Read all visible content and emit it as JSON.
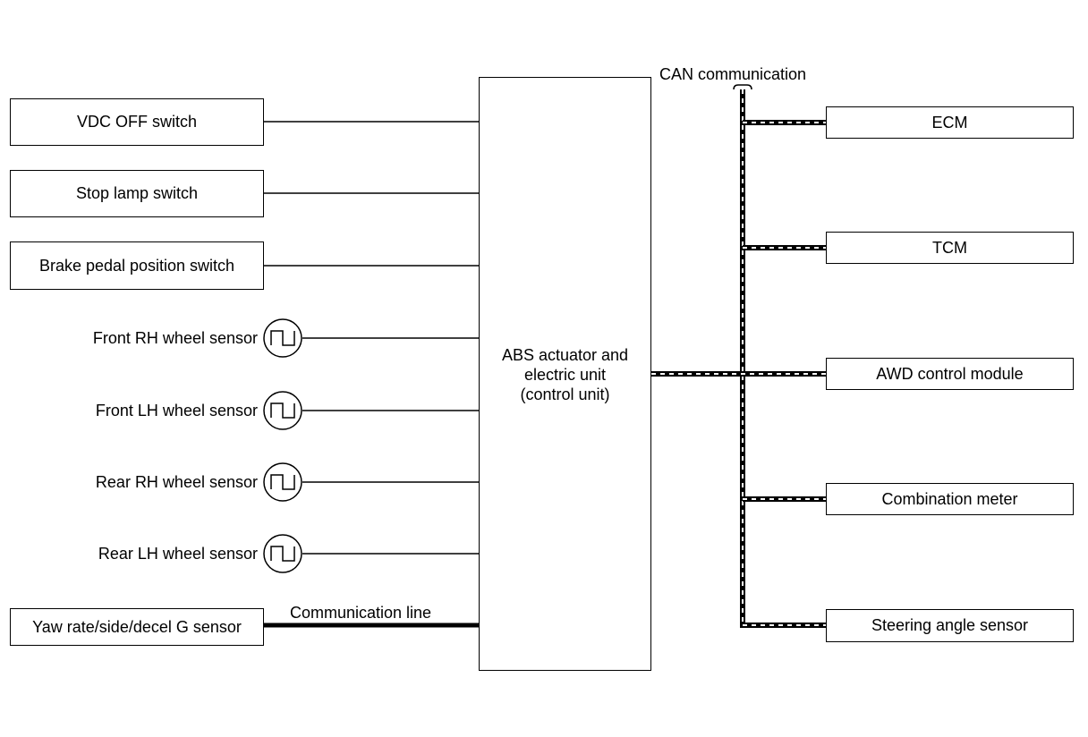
{
  "left_boxes": [
    {
      "label": "VDC OFF switch"
    },
    {
      "label": "Stop lamp switch"
    },
    {
      "label": "Brake pedal position switch"
    }
  ],
  "wheel_sensors": [
    {
      "label": "Front RH wheel sensor"
    },
    {
      "label": "Front LH wheel sensor"
    },
    {
      "label": "Rear RH wheel sensor"
    },
    {
      "label": "Rear LH wheel sensor"
    }
  ],
  "yaw_sensor": {
    "label": "Yaw rate/side/decel G sensor"
  },
  "communication_line_label": "Communication line",
  "control_unit": {
    "lines": [
      "ABS actuator and",
      "electric unit",
      "(control unit)"
    ]
  },
  "can_label": "CAN communication",
  "right_boxes": [
    {
      "label": "ECM"
    },
    {
      "label": "TCM"
    },
    {
      "label": "AWD control module"
    },
    {
      "label": "Combination meter"
    },
    {
      "label": "Steering angle sensor"
    }
  ]
}
